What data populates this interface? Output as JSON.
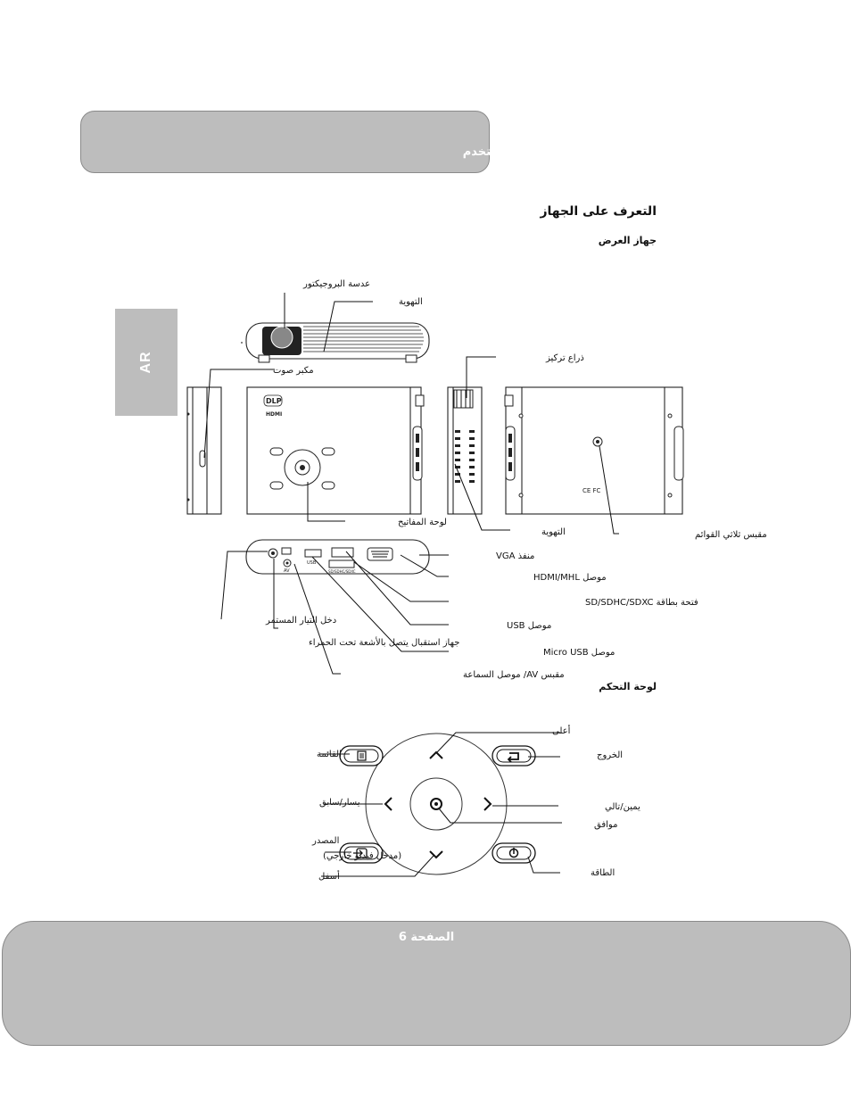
{
  "header": {
    "banner_text": "ستخدم"
  },
  "side_tab": {
    "lang": "AR"
  },
  "section": {
    "title": "التعرف على الجهاز",
    "subtitle": "جهاز العرض",
    "panel_title": "لوحة التحكم"
  },
  "projector_labels": {
    "lens": "عدسة البروجيكتور",
    "vent_top": "التهوية",
    "speaker": "مكبر صوت",
    "focus": "ذراع تركيز",
    "keypad": "لوحة المفاتيح",
    "vent_side": "التهوية",
    "tripod": "مقبس ثلاثي القوائم",
    "vga": "منفذ VGA",
    "hdmi": "موصل HDMI/MHL",
    "sd": "فتحة بطاقة SD/SDHC/SDXC",
    "usb": "موصل USB",
    "micro_usb": "موصل Micro USB",
    "av": "مقبس AV/ موصل السماعة",
    "dc_in": "دخل التيار المستمر",
    "ir": "جهاز استقبال يتصل بالأشعة تحت الحمراء"
  },
  "device_print": {
    "dlp": "DLP",
    "hdmi": "HDMI",
    "ce": "CE FC",
    "usb": "USB",
    "card": "SD/SDHC/SDXC",
    "av": "AV"
  },
  "panel_labels": {
    "up": "أعلى",
    "exit": "الخروج",
    "menu": "القائمة",
    "left": "يسار/سابق",
    "right": "يمين/تالي",
    "ok": "موافق",
    "source_1": "المصدر",
    "source_2": "(مدخل فيديو خارجي)",
    "down": "أسفل",
    "power": "الطاقة"
  },
  "footer": {
    "page_label": "الصفحة 6"
  }
}
